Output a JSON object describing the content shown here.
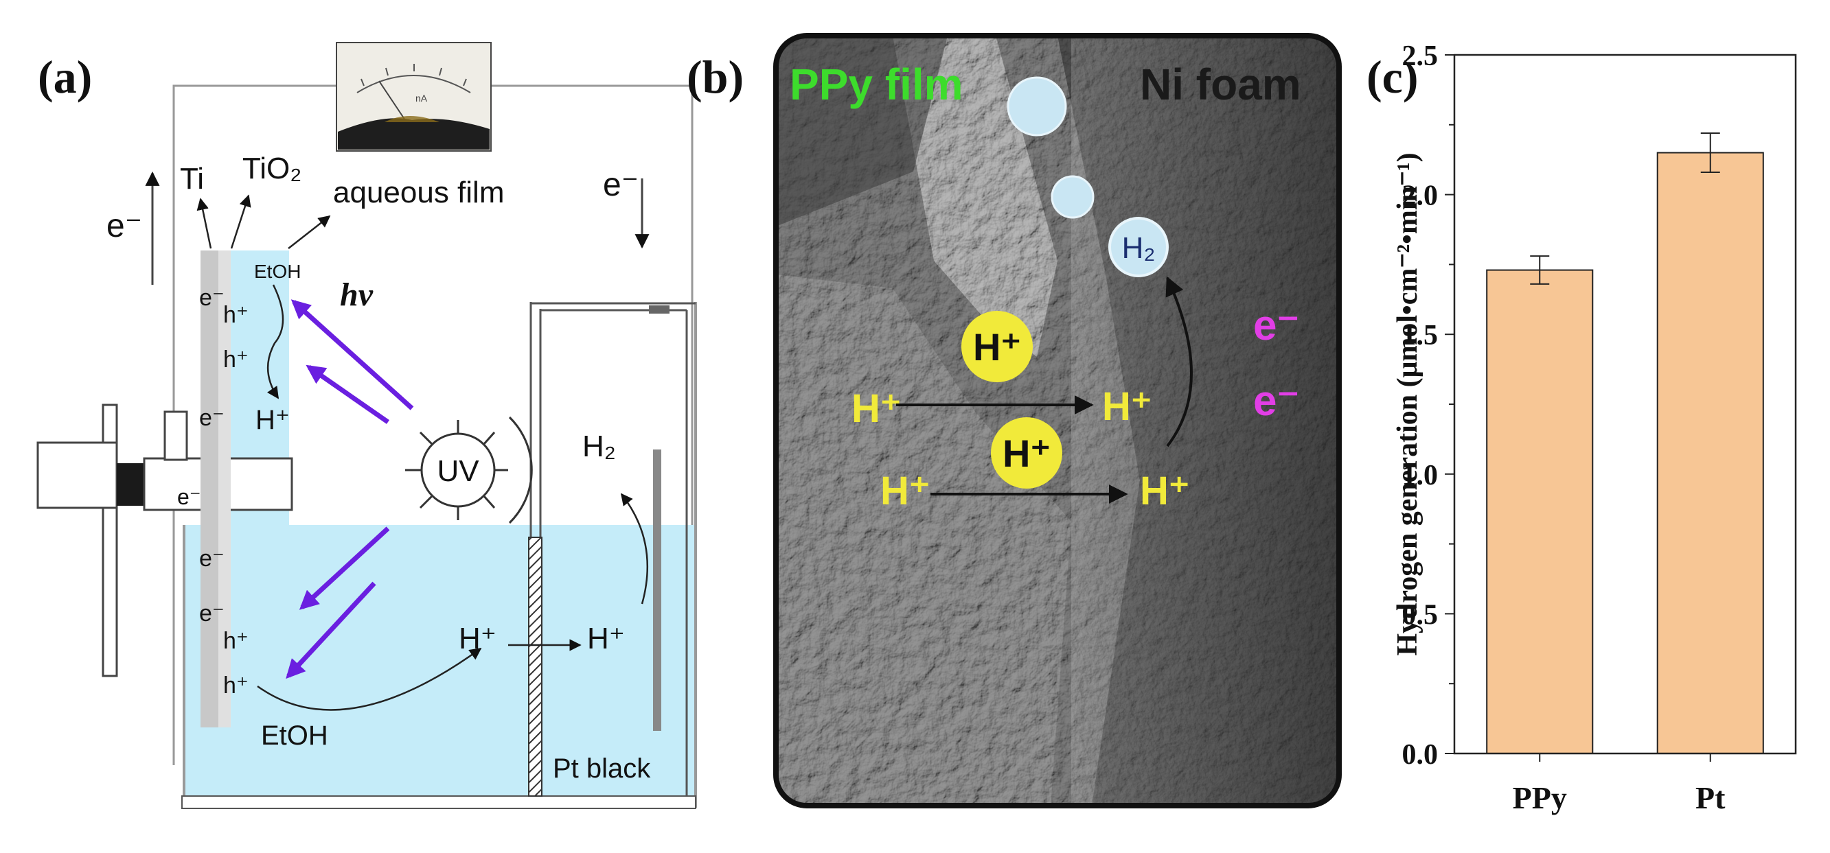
{
  "panel_a": {
    "label": "(a)",
    "electrode_label": "Ti",
    "oxide_label": "TiO₂",
    "film_label": "aqueous film",
    "electron_flow_left": "e⁻",
    "electron_flow_right": "e⁻",
    "film_etoh": "EtOH",
    "light_label": "hv",
    "uv_label": "UV",
    "h2_label": "H₂",
    "h_plus": "H⁺",
    "electron": "e⁻",
    "hole": "h⁺",
    "bulk_etoh": "EtOH",
    "cathode_label": "Pt black",
    "meter_unit": "nA",
    "colors": {
      "electrolyte": "#c5ecf9",
      "light_arrow": "#6a1fe0",
      "electrode": "#c8c8c8"
    }
  },
  "panel_b": {
    "label": "(b)",
    "ppy_label": "PPy film",
    "ni_label": "Ni foam",
    "h2_label": "H₂",
    "h_plus": "H⁺",
    "electron": "e⁻",
    "colors": {
      "ppy_text": "#3ddc2c",
      "proton_fill": "#f1ea3a",
      "electron_text": "#e23ee6"
    }
  },
  "chart_data": {
    "type": "bar",
    "categories": [
      "PPy",
      "Pt"
    ],
    "values": [
      1.73,
      2.15
    ],
    "errors": [
      0.05,
      0.07
    ],
    "title": "",
    "xlabel": "",
    "ylabel": "Hydrogen generation (μmol•cm⁻²•min⁻¹)",
    "ylim": [
      0,
      2.5
    ],
    "yticks": [
      "0.0",
      "0.5",
      "1.0",
      "1.5",
      "2.0",
      "2.5"
    ],
    "grid": false,
    "bar_color": "#f7c695",
    "panel_label": "(c)"
  }
}
